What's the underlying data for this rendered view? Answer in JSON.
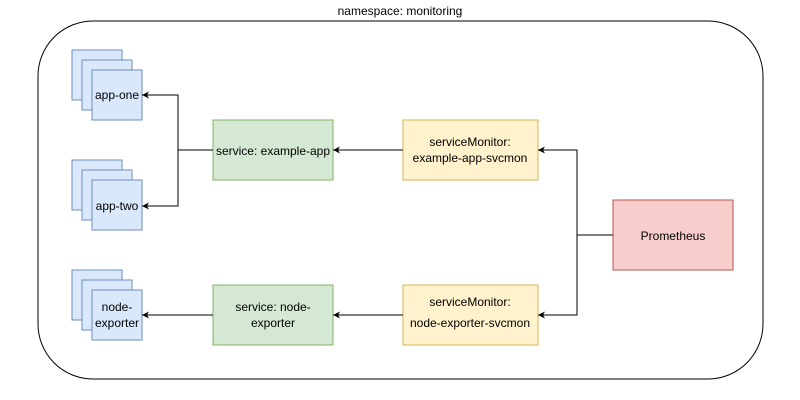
{
  "namespace_label": "namespace: monitoring",
  "pods": {
    "app_one": "app-one",
    "app_two": "app-two",
    "node_exporter_line1": "node-",
    "node_exporter_line2": "exporter"
  },
  "services": {
    "example_app": "service: example-app",
    "node_exporter_line1": "service: node-",
    "node_exporter_line2": "exporter"
  },
  "service_monitors": {
    "example_app_line1": "serviceMonitor:",
    "example_app_line2": "example-app-svcmon",
    "node_exporter_line1": "serviceMonitor:",
    "node_exporter_line2": "node-exporter-svcmon"
  },
  "prometheus": "Prometheus",
  "colors": {
    "pod_fill": "#dae8fc",
    "pod_stroke": "#6c8ebf",
    "service_fill": "#d5e8d4",
    "service_stroke": "#82b366",
    "monitor_fill": "#fff2cc",
    "monitor_stroke": "#d6b656",
    "prometheus_fill": "#f8cecc",
    "prometheus_stroke": "#b85450",
    "edge": "#000000"
  }
}
